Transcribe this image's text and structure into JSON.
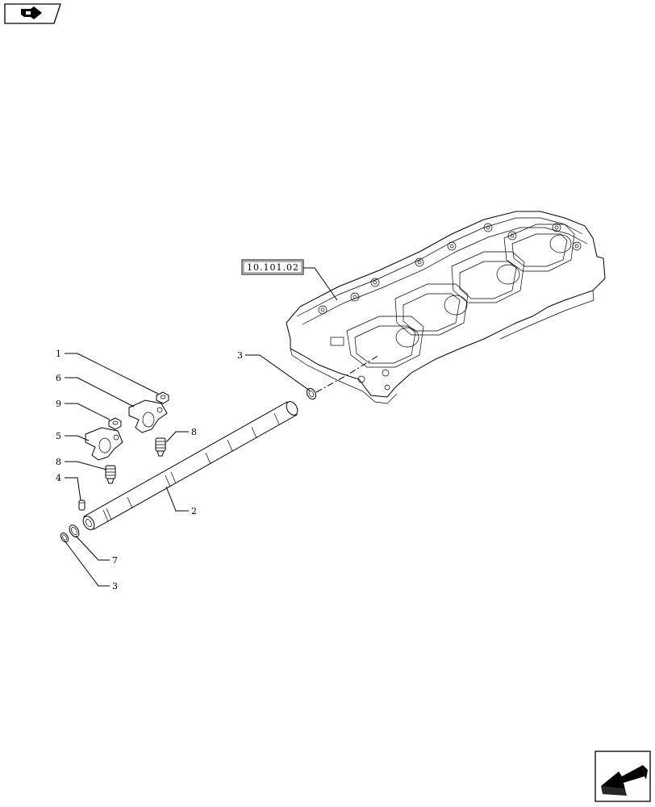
{
  "nav": {
    "prev_icon": "book-arrow-icon",
    "next_icon": "next-page-arrow-icon"
  },
  "reference": {
    "label": "10.101.02"
  },
  "callouts": [
    {
      "id": "c1",
      "label": "1"
    },
    {
      "id": "c6",
      "label": "6"
    },
    {
      "id": "c9",
      "label": "9"
    },
    {
      "id": "c5",
      "label": "5"
    },
    {
      "id": "c8a",
      "label": "8"
    },
    {
      "id": "c8b",
      "label": "8"
    },
    {
      "id": "c4",
      "label": "4"
    },
    {
      "id": "c3a",
      "label": "3"
    },
    {
      "id": "c2",
      "label": "2"
    },
    {
      "id": "c7",
      "label": "7"
    },
    {
      "id": "c3b",
      "label": "3"
    }
  ]
}
